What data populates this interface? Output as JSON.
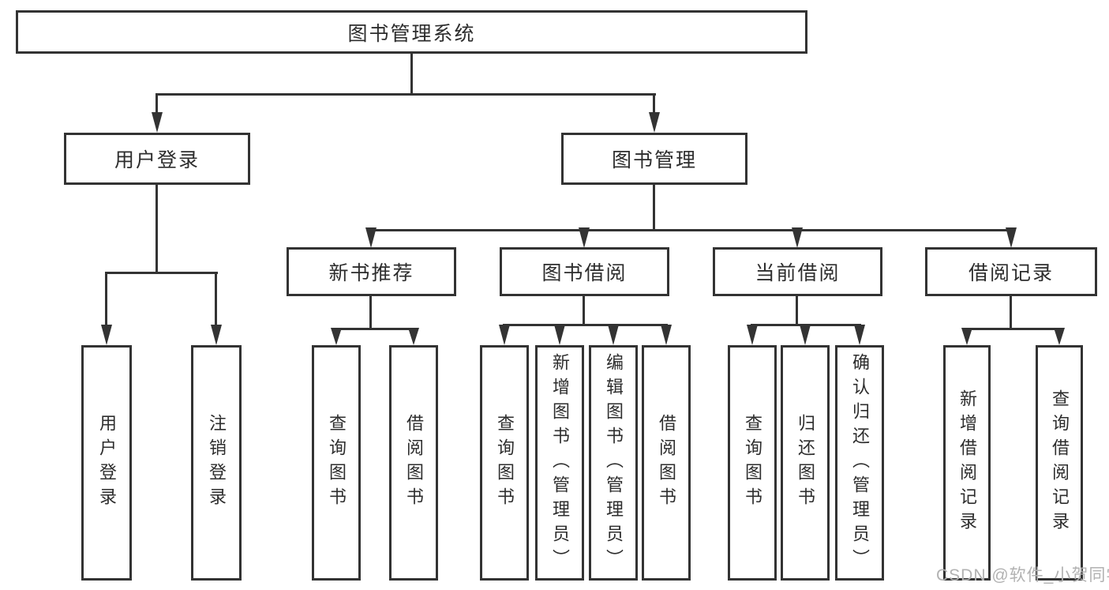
{
  "root": {
    "label": "图书管理系统"
  },
  "level2": [
    {
      "id": "user-login",
      "label": "用户登录",
      "parent": "图书管理系统"
    },
    {
      "id": "book-management",
      "label": "图书管理",
      "parent": "图书管理系统"
    }
  ],
  "level3": [
    {
      "id": "new-book-recommend",
      "label": "新书推荐",
      "parent": "图书管理"
    },
    {
      "id": "book-borrow",
      "label": "图书借阅",
      "parent": "图书管理"
    },
    {
      "id": "current-borrow",
      "label": "当前借阅",
      "parent": "图书管理"
    },
    {
      "id": "borrow-records",
      "label": "借阅记录",
      "parent": "图书管理"
    }
  ],
  "leaves": [
    {
      "label": "用户登录",
      "parent": "用户登录"
    },
    {
      "label": "注销登录",
      "parent": "用户登录"
    },
    {
      "label": "查询图书",
      "parent": "新书推荐"
    },
    {
      "label": "借阅图书",
      "parent": "新书推荐"
    },
    {
      "label": "查询图书",
      "parent": "图书借阅"
    },
    {
      "label": "新增图书（管理员）",
      "parent": "图书借阅"
    },
    {
      "label": "编辑图书（管理员）",
      "parent": "图书借阅"
    },
    {
      "label": "借阅图书",
      "parent": "图书借阅"
    },
    {
      "label": "查询图书",
      "parent": "当前借阅"
    },
    {
      "label": "归还图书",
      "parent": "当前借阅"
    },
    {
      "label": "确认归还（管理员）",
      "parent": "当前借阅"
    },
    {
      "label": "新增借阅记录",
      "parent": "借阅记录"
    },
    {
      "label": "查询借阅记录",
      "parent": "借阅记录"
    }
  ],
  "watermark": "CSDN @软件_小贺同学",
  "colors": {
    "line": "#333333",
    "text": "#2d2d2d",
    "box_background": "#ffffff",
    "watermark": "#b2b2b2"
  }
}
